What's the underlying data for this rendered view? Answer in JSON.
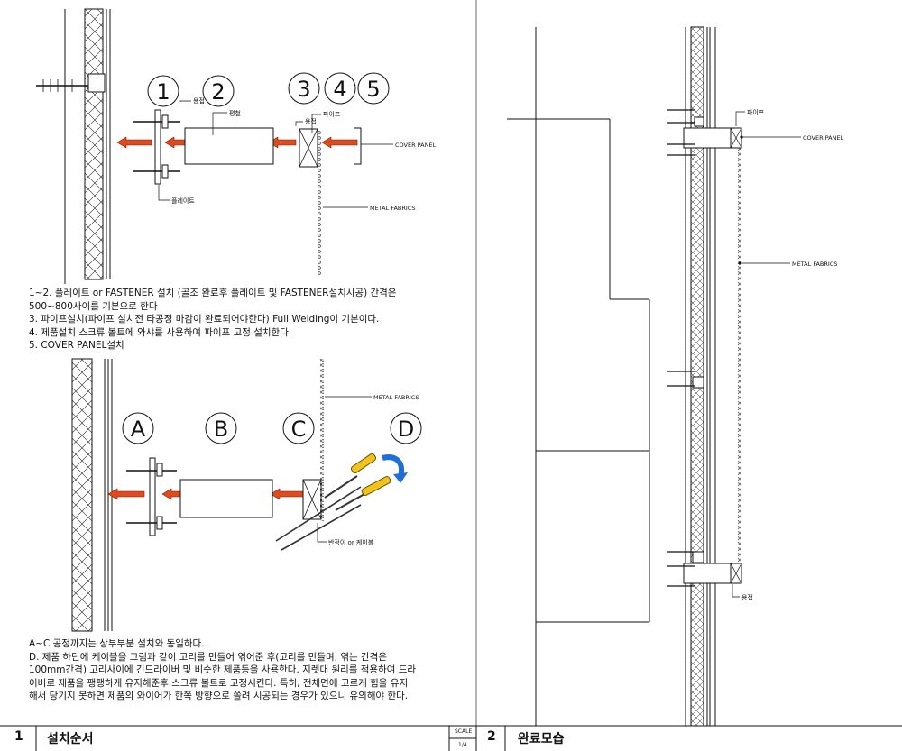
{
  "left_panel": {
    "step_markers_top": [
      "1",
      "2",
      "3",
      "4",
      "5"
    ],
    "step_markers_bottom": [
      "A",
      "B",
      "C",
      "D"
    ],
    "labels": {
      "weld_1": "용접",
      "flat_bar": "평철",
      "weld_2": "용접",
      "pipe": "파이프",
      "plate": "플레이트",
      "cover_panel": "COVER PANEL",
      "metal_fabrics_1": "METAL FABRICS",
      "metal_fabrics_2": "METAL FABRICS",
      "wire": "반정이 or 케이블"
    },
    "notes_top": [
      "1~2. 플레이트 or FASTENER 설치 (골조 완료후 플레이트 및 FASTENER설치시공) 간격은",
      "500~800사이를 기본으로 한다",
      "3. 파이프설치(파이프 설치전 타공정 마감이 완료되어야한다) Full Welding이 기본이다.",
      "4. 제품설치 스크류 볼트에 와샤를 사용하여 파이프 고정 설치한다.",
      "5. COVER PANEL설치"
    ],
    "notes_bottom": [
      "A~C 공정까지는 상부부분 설치와 동일하다.",
      "D. 제품 하단에 케이블을 그림과 같이 고리를 만들어 엮어준 후(고리를 만들며, 엮는 간격은",
      "100mm간격) 고리사이에 긴드라이버 및 비슷한 제품등을 사용한다. 지렛대 원리를 적용하여 드라",
      "이버로 제품을 팽팽하게 유지해준후 스크류 볼트로 고정시킨다. 특히, 전체면에 고르게 힘을 유지",
      "해서 당기지 못하면 제품의 와이어가 한쪽 방향으로 쏠려 시공되는 경우가 있으니 유의해야 한다."
    ]
  },
  "right_panel": {
    "labels": {
      "pipe": "파이프",
      "cover_panel": "COVER PANEL",
      "metal_fabrics": "METAL FABRICS",
      "weld": "용접"
    }
  },
  "title_block": {
    "left_number": "1",
    "left_title": "설치순서",
    "scale_label": "SCALE",
    "scale_value": "1/4",
    "right_number": "2",
    "right_title": "완료모습"
  }
}
